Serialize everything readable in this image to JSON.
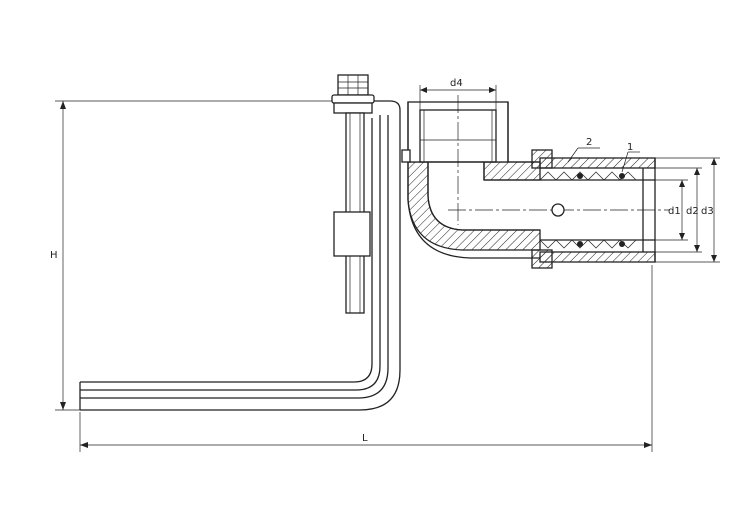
{
  "dimensions": {
    "height_label": "H",
    "length_label": "L",
    "d1_label": "d1",
    "d2_label": "d2",
    "d3_label": "d3",
    "d4_label": "d4"
  },
  "callouts": {
    "part_1": "1",
    "part_2": "2"
  },
  "colors": {
    "line": "#222222",
    "background": "#ffffff"
  }
}
